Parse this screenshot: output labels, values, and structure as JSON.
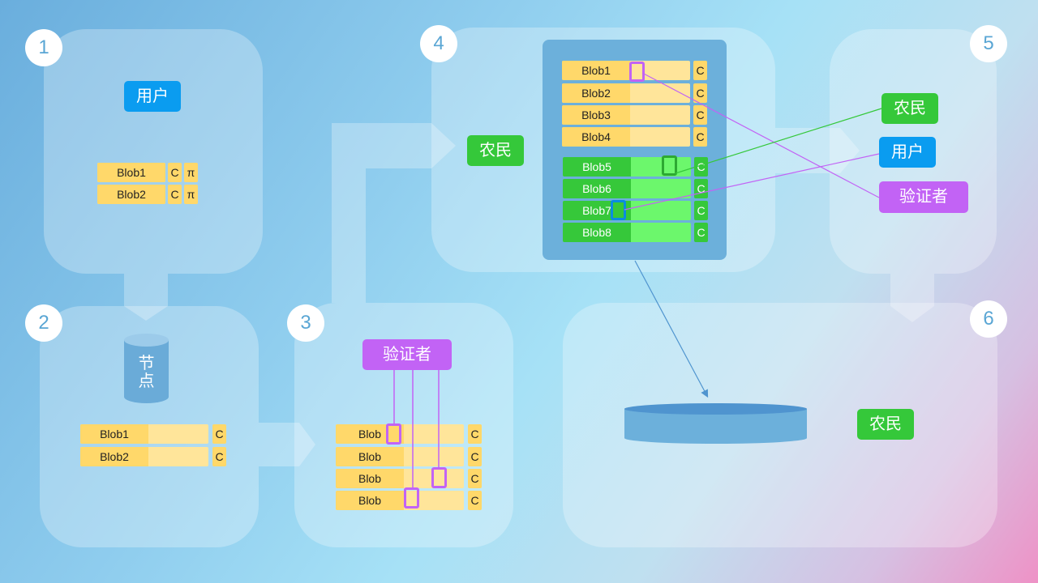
{
  "steps": [
    "1",
    "2",
    "3",
    "4",
    "5",
    "6"
  ],
  "panel1": {
    "user_label": "用户",
    "rows": [
      {
        "label": "Blob1",
        "c": "C",
        "pi": "π"
      },
      {
        "label": "Blob2",
        "c": "C",
        "pi": "π"
      }
    ]
  },
  "panel2": {
    "node_label": "节\n点",
    "rows": [
      {
        "label": "Blob1",
        "c": "C"
      },
      {
        "label": "Blob2",
        "c": "C"
      }
    ]
  },
  "panel3": {
    "verifier_label": "验证者",
    "rows": [
      {
        "label": "Blob",
        "c": "C"
      },
      {
        "label": "Blob",
        "c": "C"
      },
      {
        "label": "Blob",
        "c": "C"
      },
      {
        "label": "Blob",
        "c": "C"
      }
    ]
  },
  "panel4": {
    "farmer_label": "农民",
    "yellow_rows": [
      {
        "label": "Blob1",
        "c": "C"
      },
      {
        "label": "Blob2",
        "c": "C"
      },
      {
        "label": "Blob3",
        "c": "C"
      },
      {
        "label": "Blob4",
        "c": "C"
      }
    ],
    "green_rows": [
      {
        "label": "Blob5",
        "c": "C"
      },
      {
        "label": "Blob6",
        "c": "C"
      },
      {
        "label": "Blob7",
        "c": "C"
      },
      {
        "label": "Blob8",
        "c": "C"
      }
    ]
  },
  "panel5": {
    "farmer_label": "农民",
    "user_label": "用户",
    "verifier_label": "验证者"
  },
  "panel6": {
    "farmer_label": "农民"
  },
  "colors": {
    "user": "#0a9cf0",
    "farmer": "#35c83a",
    "verifier": "#c263f5",
    "blob_yellow": "#ffd86a",
    "blob_green": "#36c83a"
  }
}
